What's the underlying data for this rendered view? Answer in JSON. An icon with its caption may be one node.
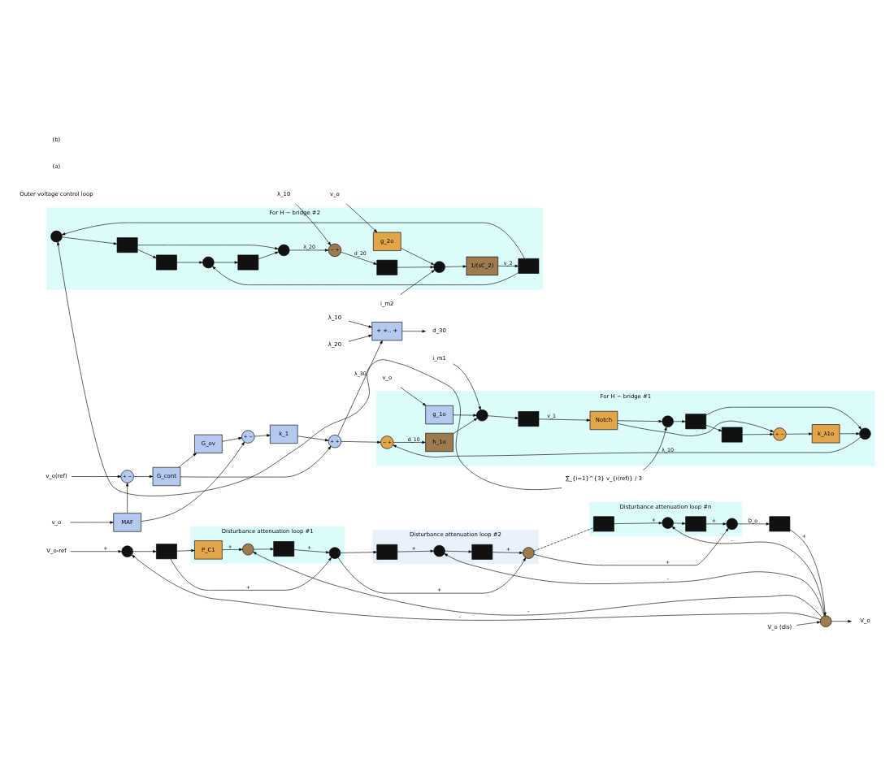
{
  "diagram": {
    "nodes": [
      {
        "text": [
          "Disturbance attenuation loop #1"
        ]
      },
      {
        "text": [
          "Disturbance attenuation loop #2"
        ]
      },
      {
        "text": [
          "Disturbance attenuation loop #n"
        ]
      },
      {
        "text": [
          "V_o-ref"
        ]
      },
      {
        "text": [],
        "shape": "circle"
      },
      {
        "text": [],
        "shape": "box"
      },
      {
        "text": [
          "P_C1"
        ],
        "in": 0
      },
      {
        "text": [],
        "shape": "circle",
        "in": 0
      },
      {
        "text": [],
        "shape": "box",
        "in": 0
      },
      {
        "text": [],
        "shape": "circle",
        "in": 0
      },
      {
        "text": [],
        "shape": "box",
        "in": 1
      },
      {
        "text": [],
        "shape": "circle",
        "in": 1
      },
      {
        "text": [],
        "shape": "box",
        "in": 1
      },
      {
        "text": [],
        "shape": "circle",
        "in": 1
      },
      {
        "text": [],
        "shape": "box",
        "in": 2
      },
      {
        "text": [],
        "shape": "circle",
        "in": 2
      },
      {
        "text": [],
        "shape": "box",
        "in": 2
      },
      {
        "text": [],
        "shape": "circle",
        "in": 2
      },
      {
        "text": [],
        "shape": "box"
      },
      {
        "text": [],
        "shape": "circle"
      },
      {
        "text": [
          "V_o (dis)"
        ]
      },
      {
        "text": [
          "V_o"
        ]
      },
      {
        "text": [
          "v_o(ref)"
        ]
      },
      {
        "text": [
          "+ −"
        ]
      },
      {
        "text": [
          "G_cont"
        ]
      },
      {
        "text": [
          "G_ov"
        ]
      },
      {
        "text": [
          "+ −"
        ]
      },
      {
        "text": [
          "k_1"
        ]
      },
      {
        "text": [
          "+ +"
        ]
      },
      {
        "text": [
          "+ +.. +"
        ]
      },
      {
        "text": [
          "v_o"
        ]
      },
      {
        "text": [
          "MAF"
        ]
      },
      {
        "text": [
          "d_30"
        ]
      },
      {
        "text": [
          "λ_10"
        ]
      },
      {
        "text": [
          "λ_20"
        ]
      },
      {
        "text": [
          "∑_{i=1}^{3} v_{i(ref)} / 3"
        ]
      },
      {
        "text": [
          "For H − bridge #1"
        ]
      },
      {
        "text": [],
        "shape": "circle",
        "in": 36
      },
      {
        "text": [],
        "shape": "box",
        "in": 36
      },
      {
        "text": [],
        "shape": "box",
        "in": 36
      },
      {
        "text": [
          "+ −"
        ],
        "in": 36
      },
      {
        "text": [
          "k_λ1o"
        ],
        "in": 36
      },
      {
        "text": [],
        "shape": "circle",
        "in": 36
      },
      {
        "text": [
          "− +"
        ],
        "in": 36
      },
      {
        "text": [
          "h_1o"
        ],
        "in": 36
      },
      {
        "text": [],
        "shape": "circle",
        "in": 36
      },
      {
        "text": [
          "g_1o"
        ],
        "in": 36
      },
      {
        "text": [
          "v_o"
        ]
      },
      {
        "text": [
          "i_m1"
        ]
      },
      {
        "text": [],
        "shape": "box",
        "in": 36
      },
      {
        "text": [
          "Notch"
        ],
        "in": 36
      },
      {
        "text": [
          "For H − bridge #2"
        ]
      },
      {
        "text": [],
        "shape": "circle",
        "in": 51
      },
      {
        "text": [],
        "shape": "box",
        "in": 51
      },
      {
        "text": [],
        "shape": "box",
        "in": 51
      },
      {
        "text": [],
        "shape": "circle",
        "in": 51
      },
      {
        "text": [],
        "shape": "box",
        "in": 51
      },
      {
        "text": [],
        "shape": "circle",
        "in": 51
      },
      {
        "text": [
          "− +"
        ],
        "in": 51
      },
      {
        "text": [],
        "shape": "box",
        "in": 51
      },
      {
        "text": [],
        "shape": "circle",
        "in": 51
      },
      {
        "text": [
          "g_2o"
        ],
        "in": 51
      },
      {
        "text": [
          "v_o"
        ]
      },
      {
        "text": [
          "i_m2"
        ]
      },
      {
        "text": [
          "1/(sC_2)"
        ],
        "in": 51
      },
      {
        "text": [],
        "shape": "box",
        "in": 51
      },
      {
        "text": [
          "λ_10"
        ]
      }
    ],
    "edges": [
      {
        "from": 3,
        "to": 4,
        "arrow": "to",
        "label": "+"
      },
      {
        "from": 4,
        "to": 5,
        "arrow": "to"
      },
      {
        "from": 5,
        "to": 6,
        "arrow": "to"
      },
      {
        "from": 5,
        "to": 9,
        "arrow": "to",
        "label": "+"
      },
      {
        "from": 6,
        "to": 7,
        "arrow": "to",
        "label": "+"
      },
      {
        "from": 7,
        "to": 8,
        "arrow": "to"
      },
      {
        "from": 8,
        "to": 9,
        "arrow": "to",
        "label": "+"
      },
      {
        "from": 9,
        "to": 10,
        "arrow": "to"
      },
      {
        "from": 9,
        "to": 13,
        "arrow": "to",
        "label": "+"
      },
      {
        "from": 10,
        "to": 11,
        "arrow": "to",
        "label": "+"
      },
      {
        "from": 11,
        "to": 12,
        "arrow": "to"
      },
      {
        "from": 12,
        "to": 13,
        "arrow": "to",
        "label": "+"
      },
      {
        "from": 13,
        "to": 14,
        "arrow": "none",
        "style": "dashed"
      },
      {
        "from": 13,
        "to": 17,
        "arrow": "to",
        "label": "+"
      },
      {
        "from": 14,
        "to": 15,
        "arrow": "to",
        "label": "+"
      },
      {
        "from": 15,
        "to": 16,
        "arrow": "to"
      },
      {
        "from": 16,
        "to": 17,
        "arrow": "to",
        "label": "+"
      },
      {
        "from": 17,
        "to": 18,
        "arrow": "to",
        "label": "D_o"
      },
      {
        "from": 18,
        "to": 19,
        "arrow": "to",
        "label": "+"
      },
      {
        "from": 20,
        "to": 19,
        "arrow": "to"
      },
      {
        "from": 19,
        "to": 21,
        "arrow": "to"
      },
      {
        "from": 19,
        "to": 4,
        "arrow": "to",
        "label": "-"
      },
      {
        "from": 19,
        "to": 7,
        "arrow": "to",
        "label": "-"
      },
      {
        "from": 19,
        "to": 11,
        "arrow": "to",
        "label": "-"
      },
      {
        "from": 19,
        "to": 15,
        "arrow": "to",
        "label": "-"
      },
      {
        "from": 22,
        "to": 23,
        "arrow": "to"
      },
      {
        "from": 23,
        "to": 24,
        "arrow": "to"
      },
      {
        "from": 24,
        "to": 25,
        "arrow": "to"
      },
      {
        "from": 24,
        "to": 28,
        "arrow": "to"
      },
      {
        "from": 25,
        "to": 26,
        "arrow": "to"
      },
      {
        "from": 26,
        "to": 27,
        "arrow": "to"
      },
      {
        "from": 27,
        "to": 28,
        "arrow": "to"
      },
      {
        "from": 28,
        "to": 29,
        "arrow": "to",
        "label": "λ_30"
      },
      {
        "from": 29,
        "to": 32,
        "arrow": "to"
      },
      {
        "from": 33,
        "to": 29,
        "arrow": "to"
      },
      {
        "from": 34,
        "to": 29,
        "arrow": "to"
      },
      {
        "from": 30,
        "to": 31,
        "arrow": "to"
      },
      {
        "from": 31,
        "to": 23,
        "arrow": "to"
      },
      {
        "from": 31,
        "to": 26,
        "arrow": "to"
      },
      {
        "from": 35,
        "to": 37,
        "arrow": "to"
      },
      {
        "from": 37,
        "to": 38,
        "arrow": "to"
      },
      {
        "from": 38,
        "to": 39,
        "arrow": "to"
      },
      {
        "from": 38,
        "to": 42,
        "arrow": "to"
      },
      {
        "from": 39,
        "to": 40,
        "arrow": "to"
      },
      {
        "from": 40,
        "to": 41,
        "arrow": "to"
      },
      {
        "from": 41,
        "to": 42,
        "arrow": "to"
      },
      {
        "from": 42,
        "to": 43,
        "arrow": "to",
        "label": "λ_10"
      },
      {
        "from": 28,
        "to": 43,
        "arrow": "to"
      },
      {
        "from": 43,
        "to": 44,
        "arrow": "to",
        "label": "d_10"
      },
      {
        "from": 44,
        "to": 45,
        "arrow": "to"
      },
      {
        "from": 47,
        "to": 46,
        "arrow": "to"
      },
      {
        "from": 46,
        "to": 45,
        "arrow": "to"
      },
      {
        "from": 48,
        "to": 45,
        "arrow": "to"
      },
      {
        "from": 45,
        "to": 49,
        "arrow": "to"
      },
      {
        "from": 49,
        "to": 50,
        "arrow": "to",
        "label": "v_1"
      },
      {
        "from": 50,
        "to": 37,
        "arrow": "to"
      },
      {
        "from": 50,
        "to": 40,
        "arrow": "to"
      },
      {
        "from": 35,
        "to": 52,
        "arrow": "to"
      },
      {
        "from": 52,
        "to": 53,
        "arrow": "to"
      },
      {
        "from": 53,
        "to": 54,
        "arrow": "to"
      },
      {
        "from": 53,
        "to": 57,
        "arrow": "to"
      },
      {
        "from": 54,
        "to": 55,
        "arrow": "to"
      },
      {
        "from": 55,
        "to": 56,
        "arrow": "to"
      },
      {
        "from": 56,
        "to": 57,
        "arrow": "to"
      },
      {
        "from": 57,
        "to": 58,
        "arrow": "to",
        "label": "λ_20"
      },
      {
        "from": 66,
        "to": 58,
        "arrow": "to"
      },
      {
        "from": 58,
        "to": 59,
        "arrow": "to",
        "label": "d_20"
      },
      {
        "from": 59,
        "to": 60,
        "arrow": "to"
      },
      {
        "from": 62,
        "to": 61,
        "arrow": "to"
      },
      {
        "from": 61,
        "to": 60,
        "arrow": "to"
      },
      {
        "from": 63,
        "to": 60,
        "arrow": "to"
      },
      {
        "from": 60,
        "to": 64,
        "arrow": "to"
      },
      {
        "from": 64,
        "to": 65,
        "arrow": "to",
        "label": "v_2"
      },
      {
        "from": 65,
        "to": 52,
        "arrow": "to"
      },
      {
        "from": 65,
        "to": 55,
        "arrow": "to"
      }
    ],
    "labels": [
      "Outer voltage control loop",
      "(a)",
      "(b)"
    ]
  }
}
